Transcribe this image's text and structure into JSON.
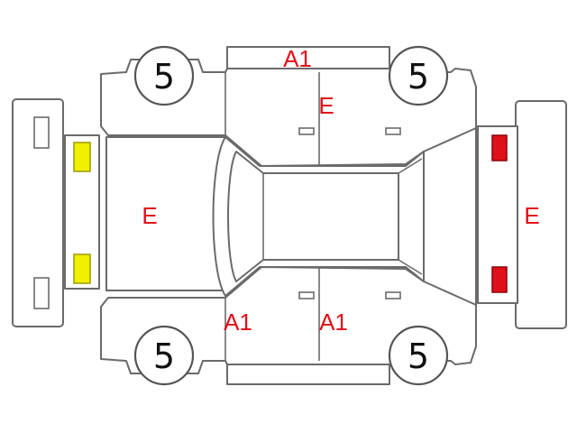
{
  "colors": {
    "outline": "#6a6a6a",
    "code_text": "#e0101a",
    "grade_text": "#111111",
    "front_lamp": "#f0f000",
    "rear_lamp": "#e0101a"
  },
  "tires": {
    "front_left": "5",
    "rear_left": "5",
    "front_right": "5",
    "rear_right": "5"
  },
  "codes": {
    "top_sill": "A1",
    "top_door": "E",
    "hood": "E",
    "rear_bumper": "E",
    "front_door_bottom": "A1",
    "rear_door_bottom": "A1"
  }
}
